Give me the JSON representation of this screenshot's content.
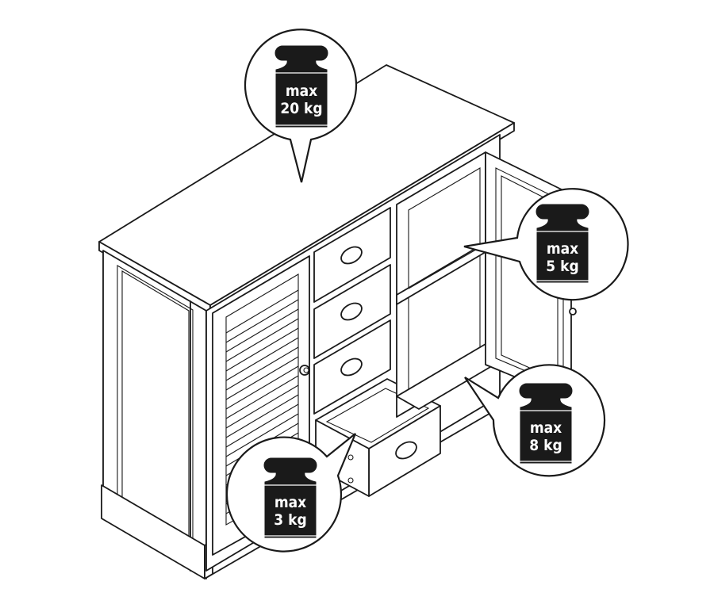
{
  "diagram": {
    "subject": "Sideboard cabinet with 4 drawers and 2 doors",
    "callouts": [
      {
        "id": "top",
        "label_line1": "max",
        "label_line2": "20 kg",
        "target": "cabinet top surface"
      },
      {
        "id": "shelf",
        "label_line1": "max",
        "label_line2": "5 kg",
        "target": "inner shelf"
      },
      {
        "id": "bottom",
        "label_line1": "max",
        "label_line2": "8 kg",
        "target": "cabinet bottom"
      },
      {
        "id": "drawer",
        "label_line1": "max",
        "label_line2": "3 kg",
        "target": "drawer"
      }
    ],
    "colors": {
      "line": "#1a1a1a",
      "background": "#ffffff",
      "weight": "#1a1a1a"
    }
  }
}
